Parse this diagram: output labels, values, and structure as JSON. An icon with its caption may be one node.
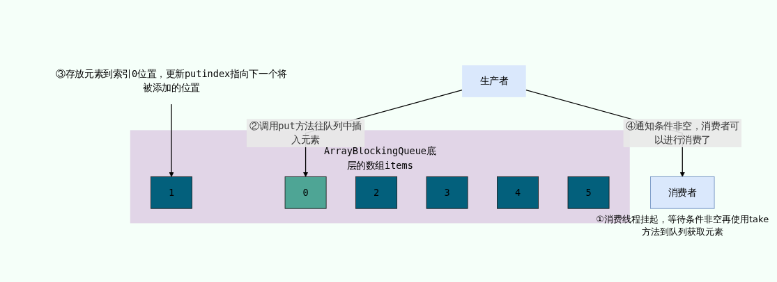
{
  "diagram": {
    "nodes": [
      {
        "text": [
          "ArrayBlockingQueue底层的数组items"
        ]
      },
      {
        "text": [
          "0"
        ],
        "in": 0
      },
      {
        "text": [
          "1"
        ],
        "in": 0
      },
      {
        "text": [
          "2"
        ],
        "in": 0
      },
      {
        "text": [
          "3"
        ],
        "in": 0
      },
      {
        "text": [
          "4"
        ],
        "in": 0
      },
      {
        "text": [
          "5"
        ],
        "in": 0
      },
      {
        "text": [
          "③存放元素到索引0位置，更新putindex指向下一个将被添加的位置"
        ]
      },
      {
        "text": [
          "生产者"
        ]
      },
      {
        "text": [
          "消费者"
        ],
        "beside": [
          "①消费线程挂起，等待条件非空再使用take方法到队列获取元素"
        ]
      }
    ],
    "edges": [
      {
        "from": 7,
        "to": 2,
        "arrow": "to"
      },
      {
        "from": 8,
        "to": 1,
        "arrow": "to",
        "label": "②调用put方法往队列中插入元素"
      },
      {
        "from": 8,
        "to": 9,
        "arrow": "to",
        "label": "④通知条件非空，消费者可以进行消费了"
      }
    ]
  }
}
